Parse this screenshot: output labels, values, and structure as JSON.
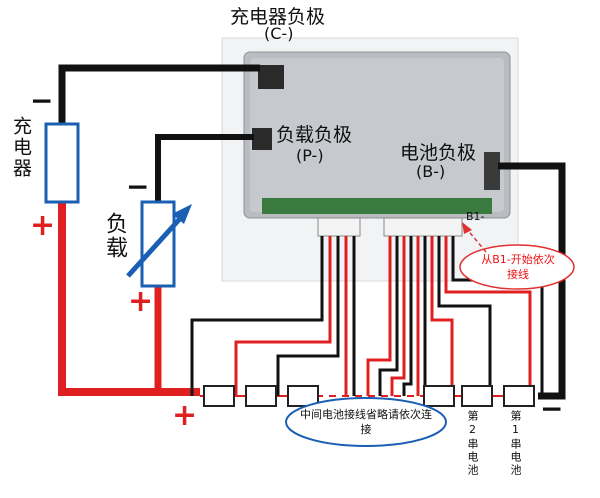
{
  "labels": {
    "charger_neg_title": "充电器负极",
    "charger_neg_code": "(C-)",
    "load_neg_title": "负载负极",
    "load_neg_code": "(P-)",
    "battery_neg_title": "电池负极",
    "battery_neg_code": "(B-)",
    "charger": "充电器",
    "load": "负载",
    "b1_tag": "B1-",
    "start_note": "从B1-开始依次接线",
    "omitted_note": "中间电池接线省略请依次连接",
    "cell2": "第2串电池",
    "cell1": "第1串电池"
  },
  "signs": {
    "charger_minus": "−",
    "charger_plus": "+",
    "load_minus": "−",
    "load_plus": "+",
    "bottom_plus": "+",
    "right_minus": "−"
  },
  "colors": {
    "positive_wire": "#e02020",
    "negative_wire": "#111111",
    "component_outline": "#1a5fb4",
    "note_outline_red": "#e03030",
    "note_outline_blue": "#1a5fb4",
    "board_metal": "#b9bcc0"
  }
}
